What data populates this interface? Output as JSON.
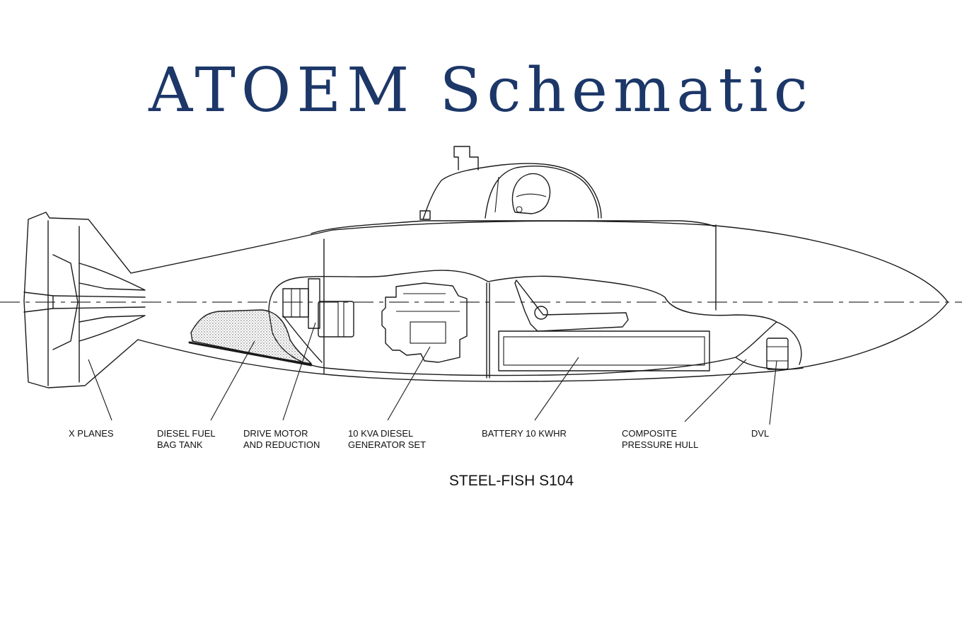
{
  "title": "ATOEM Schematic",
  "caption": "STEEL-FISH S104",
  "labels": {
    "x_planes": [
      "X PLANES"
    ],
    "fuel_tank": [
      "DIESEL FUEL",
      "BAG TANK"
    ],
    "drive_motor": [
      "DRIVE MOTOR",
      "AND REDUCTION"
    ],
    "generator": [
      "10 KVA DIESEL",
      "GENERATOR SET"
    ],
    "battery": [
      "BATTERY 10 KWHR"
    ],
    "pressure_hull": [
      "COMPOSITE",
      "PRESSURE HULL"
    ],
    "dvl": [
      "DVL"
    ]
  },
  "colors": {
    "title": "#1c3768",
    "line": "#1a1a1a"
  }
}
